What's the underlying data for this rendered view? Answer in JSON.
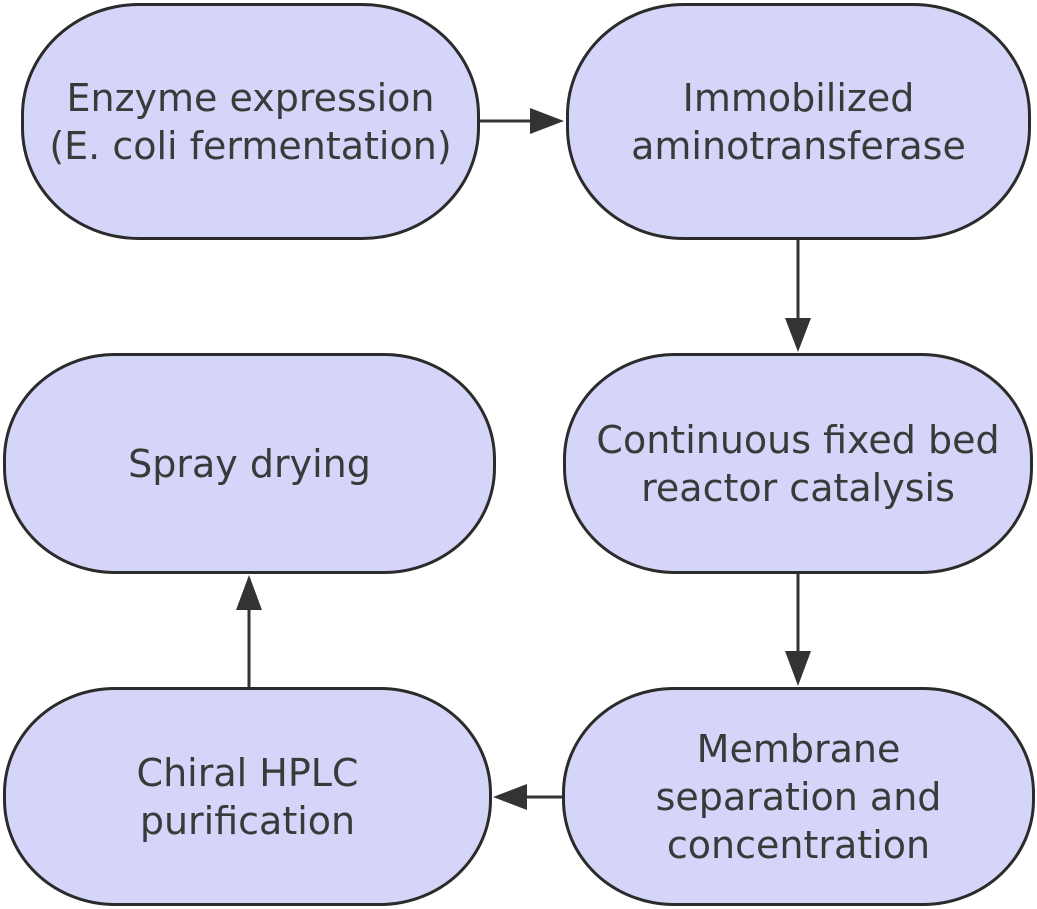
{
  "diagram": {
    "colors": {
      "node_fill": "#d4d5f8",
      "node_stroke": "#2b2b2b",
      "text": "#3a3a3a",
      "edge": "#333333"
    },
    "nodes": [
      {
        "id": "enzyme-expression",
        "lines": [
          "Enzyme expression",
          "(E. coli fermentation)"
        ]
      },
      {
        "id": "immobilized-aminotransferase",
        "lines": [
          "Immobilized",
          "aminotransferase"
        ]
      },
      {
        "id": "continuous-fixed-bed",
        "lines": [
          "Continuous fixed bed",
          "reactor catalysis"
        ]
      },
      {
        "id": "spray-drying",
        "lines": [
          "Spray drying"
        ]
      },
      {
        "id": "membrane-separation",
        "lines": [
          "Membrane",
          "separation and",
          "concentration"
        ]
      },
      {
        "id": "chiral-hplc",
        "lines": [
          "Chiral HPLC",
          "purification"
        ]
      }
    ],
    "edges": [
      {
        "from": "enzyme-expression",
        "to": "immobilized-aminotransferase"
      },
      {
        "from": "immobilized-aminotransferase",
        "to": "continuous-fixed-bed"
      },
      {
        "from": "continuous-fixed-bed",
        "to": "membrane-separation"
      },
      {
        "from": "membrane-separation",
        "to": "chiral-hplc"
      },
      {
        "from": "chiral-hplc",
        "to": "spray-drying"
      }
    ]
  }
}
